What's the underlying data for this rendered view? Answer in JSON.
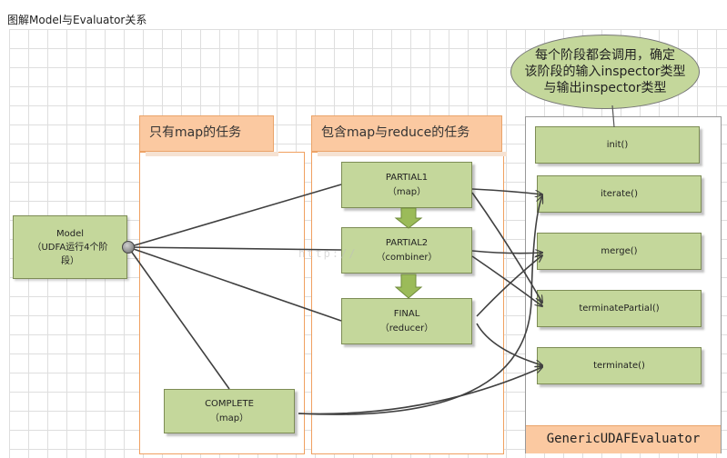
{
  "title": "图解Model与Evaluator关系",
  "watermark": "http://",
  "lanes": {
    "map_only": "只有map的任务",
    "map_reduce": "包含map与reduce的任务"
  },
  "model": {
    "line1": "Model",
    "line2": "（UDFA运行4个阶",
    "line3": "段）"
  },
  "stages": {
    "partial1": {
      "name": "PARTIAL1",
      "sub": "（map）"
    },
    "partial2": {
      "name": "PARTIAL2",
      "sub": "（combiner）"
    },
    "final": {
      "name": "FINAL",
      "sub": "（reducer）"
    },
    "complete": {
      "name": "COMPLETE",
      "sub": "（map）"
    }
  },
  "evaluator": {
    "label": "GenericUDAFEvaluator",
    "methods": [
      "init()",
      "iterate()",
      "merge()",
      "terminatePartial()",
      "terminate()"
    ]
  },
  "callout": {
    "line1": "每个阶段都会调用，确定",
    "line2": "该阶段的输入inspector类型",
    "line3": "与输出inspector类型"
  },
  "colors": {
    "node_fill": "#c4d79b",
    "node_border": "#7d8c55",
    "tab_fill": "#fbc9a1",
    "tab_border": "#eaa46a",
    "connector": "#404040",
    "down_arrow": "#9bbb59"
  }
}
